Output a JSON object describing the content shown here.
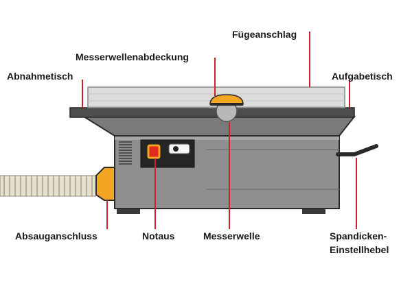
{
  "diagram": {
    "labels": {
      "fence": "Fügeanschlag",
      "cutter_guard": "Messerwellenabdeckung",
      "outfeed_table": "Abnahmetisch",
      "infeed_table": "Aufgabetisch",
      "extraction_port": "Absauganschluss",
      "emergency_stop": "Notaus",
      "cutter_shaft": "Messerwelle",
      "depth_lever_line1": "Spandicken-",
      "depth_lever_line2": "Einstellhebel"
    },
    "colors": {
      "leader_line": "#d0202a",
      "accent_yellow": "#f2a623",
      "body_gray": "#8f8f8f",
      "fence_gray": "#dcdcdc",
      "stop_button": "#e02a1f"
    }
  }
}
